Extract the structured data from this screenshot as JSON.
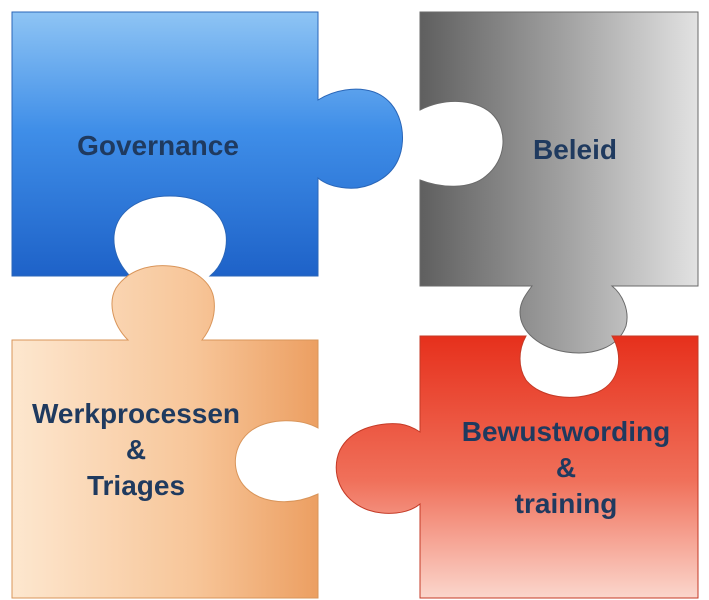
{
  "pieces": {
    "governance": {
      "label": "Governance",
      "color": "#3b82e0"
    },
    "beleid": {
      "label": "Beleid",
      "color": "#8a8a8a"
    },
    "werkprocessen": {
      "line1": "Werkprocessen",
      "line2": "&",
      "line3": "Triages",
      "color": "#f2b27e"
    },
    "bewustwording": {
      "line1": "Bewustwording",
      "line2": "&",
      "line3": "training",
      "color": "#e8402a"
    }
  },
  "text_color": "#1f3a5f"
}
